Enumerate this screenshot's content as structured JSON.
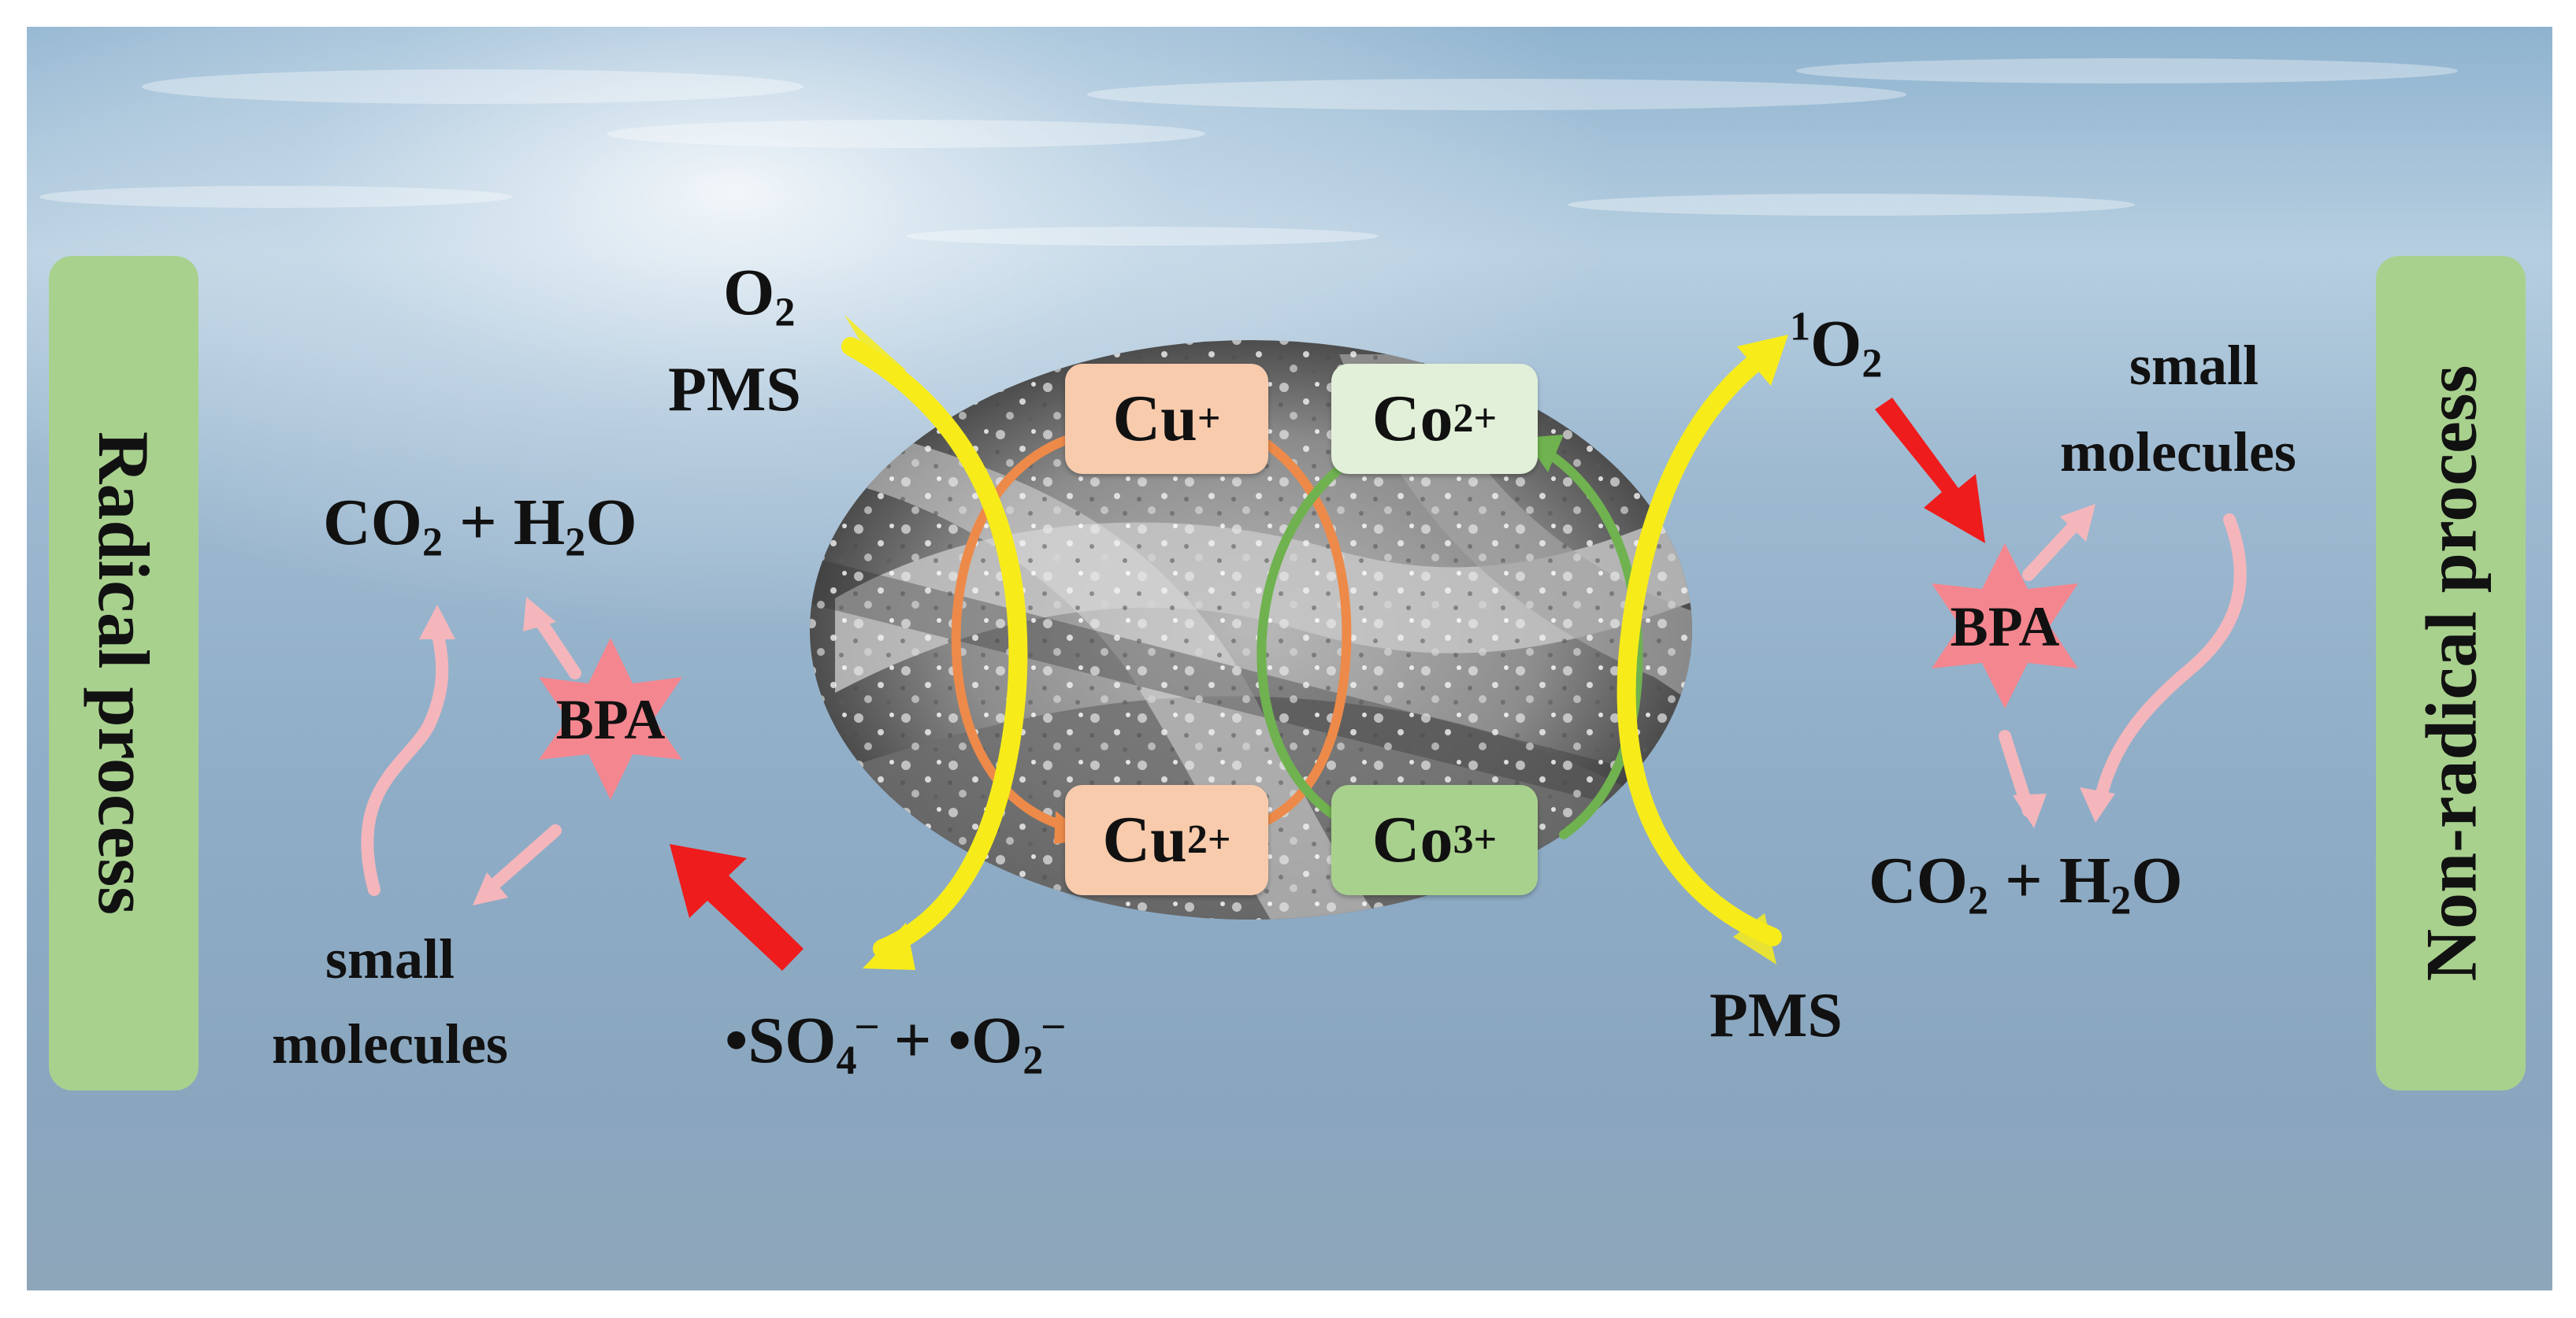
{
  "side_labels": {
    "left": "Radical process",
    "right": "Non-radical process"
  },
  "ions": {
    "cu_plus": {
      "symbol": "Cu",
      "charge": "+"
    },
    "cu_2plus": {
      "symbol": "Cu",
      "charge": "2+"
    },
    "co_2plus": {
      "symbol": "Co",
      "charge": "2+"
    },
    "co_3plus": {
      "symbol": "Co",
      "charge": "3+"
    }
  },
  "left": {
    "o2_main": "O",
    "o2_sub": "2",
    "pms": "PMS",
    "products": {
      "a": "CO",
      "a_sub": "2",
      "plus": " + ",
      "b": "H",
      "b_sub": "2",
      "c": "O"
    },
    "bpa": "BPA",
    "small_molecules_1": "small",
    "small_molecules_2": "molecules",
    "radicals": {
      "r1_pre": "•SO",
      "r1_sub": "4",
      "r1_sup": "–",
      "plus": " + ",
      "r2_pre": "•O",
      "r2_sub": "2",
      "r2_sup": "–"
    }
  },
  "right": {
    "singlet": {
      "sup": "1",
      "main": "O",
      "sub": "2"
    },
    "small_molecules_1": "small",
    "small_molecules_2": "molecules",
    "bpa": "BPA",
    "products": {
      "a": "CO",
      "a_sub": "2",
      "plus": " + ",
      "b": "H",
      "b_sub": "2",
      "c": "O"
    },
    "pms": "PMS"
  },
  "colors": {
    "cu_box": "#f8cbad",
    "co_plus_box": "#e2f0d9",
    "co_3plus_box": "#a9d18e",
    "side_box": "#a9d18e",
    "bpa_star": "#f4868f",
    "red_arrow": "#ee1c1c",
    "pink_arrow": "#f4b6bb",
    "yellow_arrow": "#f7ec1a",
    "orange_cycle": "#ed8a4a",
    "green_cycle": "#6fb24f"
  }
}
